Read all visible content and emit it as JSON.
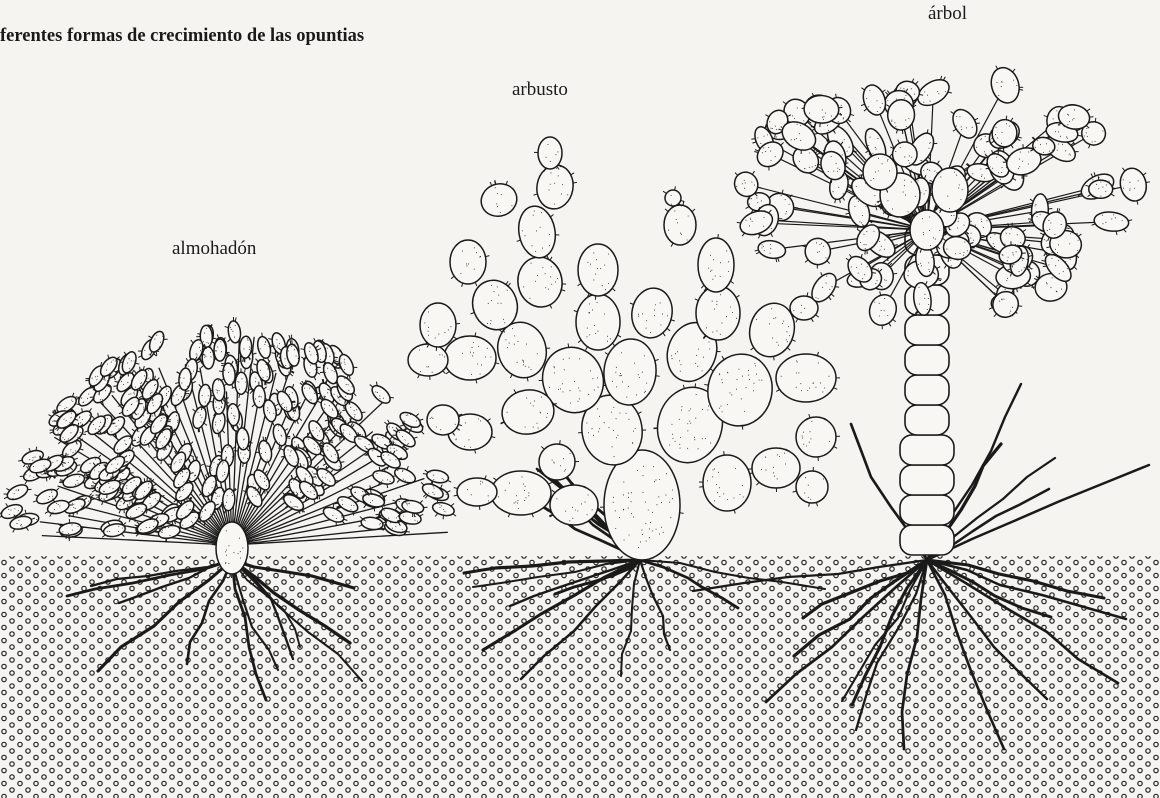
{
  "figure": {
    "title": "ferentes formas de crecimiento de las opuntias",
    "labels": {
      "cushion": "almohadón",
      "shrub": "arbusto",
      "tree": "árbol"
    }
  },
  "colors": {
    "paper": "#f6f4f1",
    "ink": "#1a1a1a",
    "pad_fill": "#f9f7f3"
  }
}
